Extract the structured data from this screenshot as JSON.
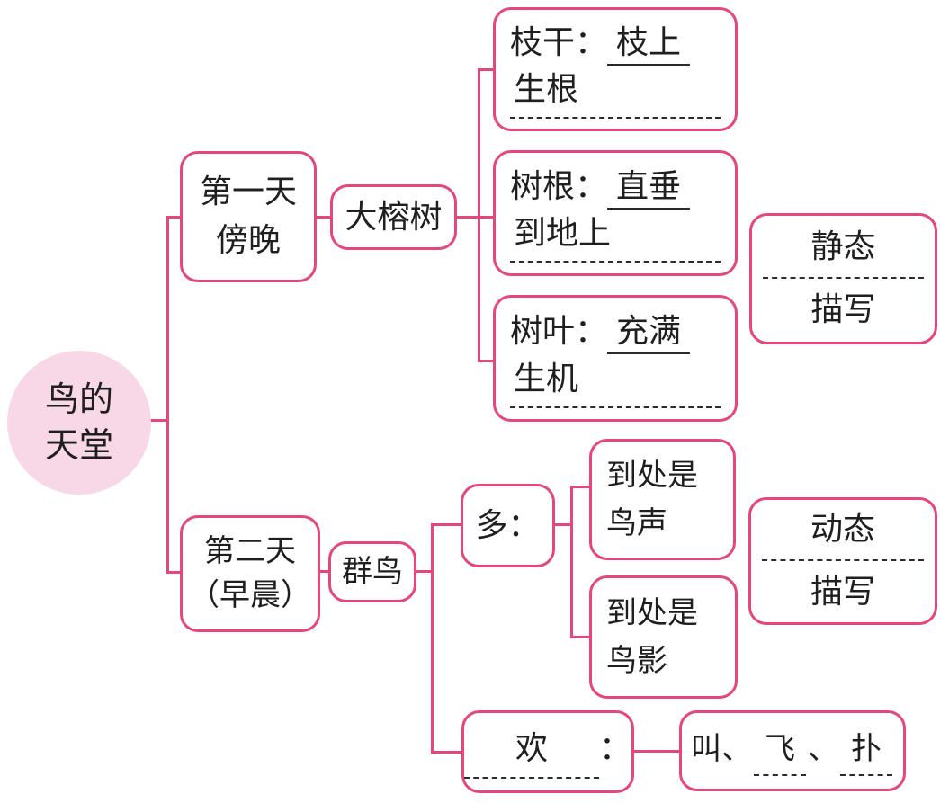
{
  "colors": {
    "accent_pink": "#e6477a",
    "root_fill": "#f8d7e7",
    "text": "#1f1f1f",
    "underline": "#2b2b2b",
    "background": "#ffffff"
  },
  "root": {
    "line1": "鸟的",
    "line2": "天堂"
  },
  "branch1": {
    "time": {
      "line1": "第一天",
      "line2": "傍晚"
    },
    "subject": "大榕树",
    "details": [
      {
        "label": "枝干：",
        "answer1": "枝上",
        "answer2": "生根"
      },
      {
        "label": "树根：",
        "answer1": "直垂",
        "answer2": "到地上"
      },
      {
        "label": "树叶：",
        "answer1": "充满",
        "answer2": "生机"
      }
    ],
    "summary": {
      "answer": "静态",
      "label": "描写"
    }
  },
  "branch2": {
    "time": {
      "line1": "第二天",
      "line2": "（早晨）"
    },
    "subject": "群鸟",
    "many": {
      "label": "多："
    },
    "many_details": [
      {
        "line1": "到处是",
        "line2": "鸟声"
      },
      {
        "line1": "到处是",
        "line2": "鸟影"
      }
    ],
    "summary": {
      "answer": "动态",
      "label": "描写"
    },
    "huan": {
      "answer": "欢",
      "colon": "："
    },
    "actions": {
      "item1": "叫、",
      "answer1": "飞",
      "sep": "、",
      "answer2": "扑"
    }
  }
}
